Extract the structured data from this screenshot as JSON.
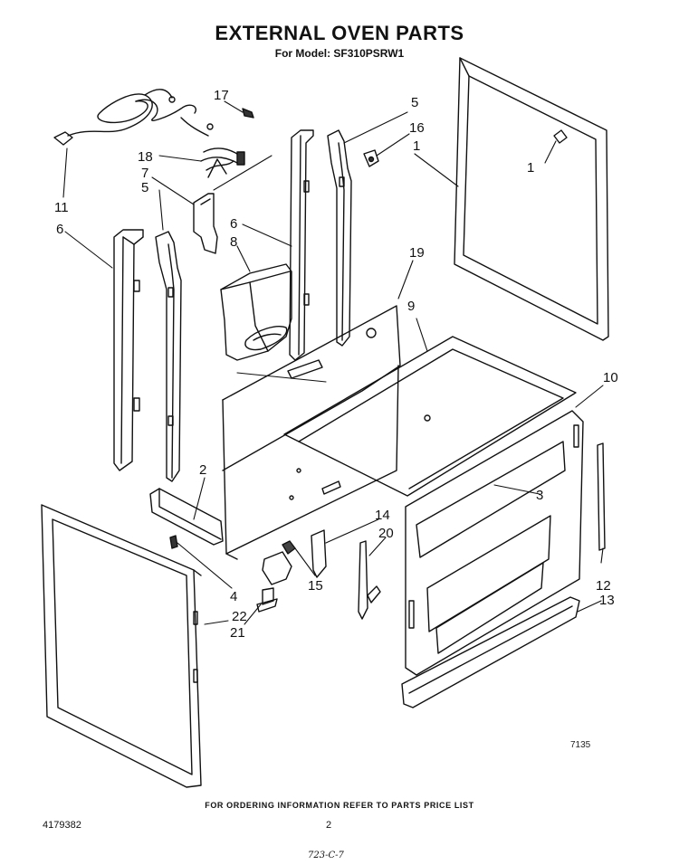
{
  "header": {
    "title": "EXTERNAL OVEN PARTS",
    "subtitle": "For Model: SF310PSRW1"
  },
  "callouts": [
    {
      "id": "c17",
      "label": "17"
    },
    {
      "id": "c18",
      "label": "18"
    },
    {
      "id": "c7",
      "label": "7"
    },
    {
      "id": "c5a",
      "label": "5"
    },
    {
      "id": "c5b",
      "label": "5"
    },
    {
      "id": "c6a",
      "label": "6"
    },
    {
      "id": "c6b",
      "label": "6"
    },
    {
      "id": "c8",
      "label": "8"
    },
    {
      "id": "c11",
      "label": "11"
    },
    {
      "id": "c16",
      "label": "16"
    },
    {
      "id": "c1a",
      "label": "1"
    },
    {
      "id": "c1b",
      "label": "1"
    },
    {
      "id": "c19",
      "label": "19"
    },
    {
      "id": "c9",
      "label": "9"
    },
    {
      "id": "c10",
      "label": "10"
    },
    {
      "id": "c2",
      "label": "2"
    },
    {
      "id": "c3",
      "label": "3"
    },
    {
      "id": "c14",
      "label": "14"
    },
    {
      "id": "c20",
      "label": "20"
    },
    {
      "id": "c12",
      "label": "12"
    },
    {
      "id": "c13",
      "label": "13"
    },
    {
      "id": "c4",
      "label": "4"
    },
    {
      "id": "c15",
      "label": "15"
    },
    {
      "id": "c22",
      "label": "22"
    },
    {
      "id": "c21",
      "label": "21"
    }
  ],
  "figure_number": "7135",
  "footer": {
    "ordering_note": "FOR ORDERING INFORMATION REFER TO PARTS PRICE LIST",
    "document_number": "4179382",
    "page_number": "2",
    "handwritten_note": "723-C-7"
  }
}
